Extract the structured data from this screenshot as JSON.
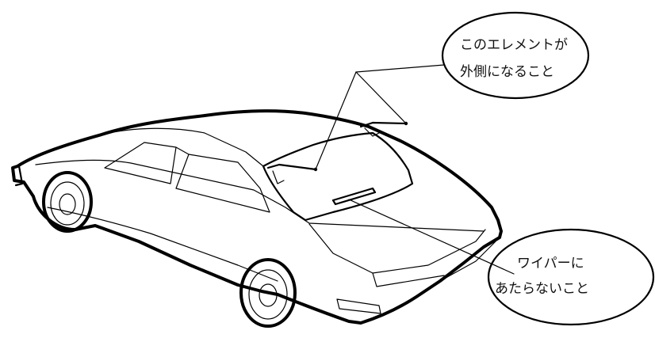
{
  "callouts": {
    "top": {
      "line1": "このエレメントが",
      "line2": "外側になること"
    },
    "bottom": {
      "line1": "ワイパーに",
      "line2": "あたらないこと"
    }
  },
  "colors": {
    "ink": "#000000",
    "background": "#ffffff"
  }
}
